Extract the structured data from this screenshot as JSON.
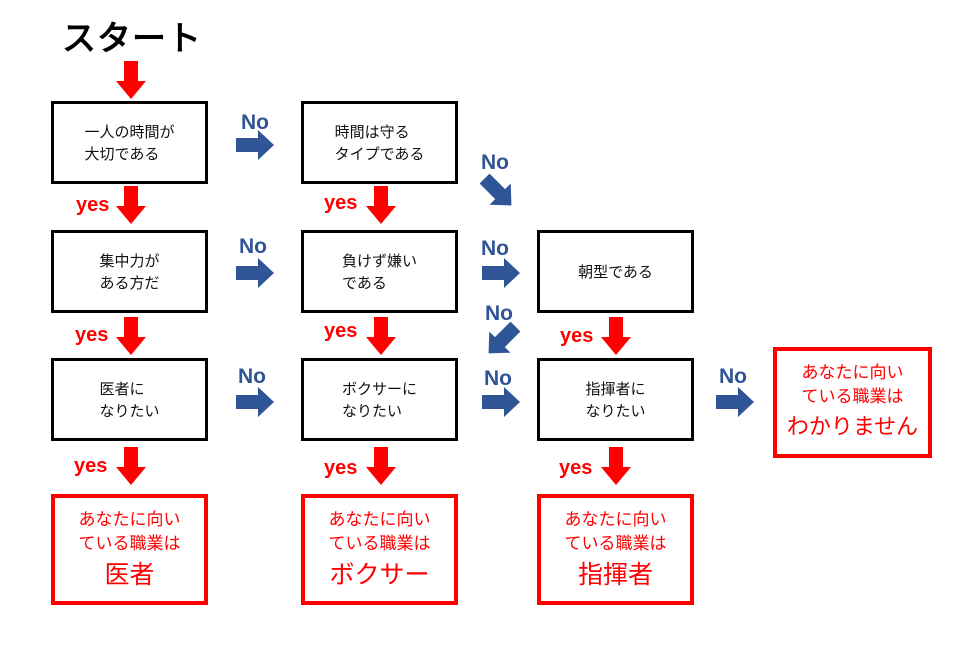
{
  "title": "スタート",
  "questions": {
    "q1": "一人の時間が\n大切である",
    "q2": "時間は守る\nタイプである",
    "q3": "集中力が\nある方だ",
    "q4": "負けず嫌い\nである",
    "q5": "朝型である",
    "q6": "医者に\nなりたい",
    "q7": "ボクサーに\nなりたい",
    "q8": "指揮者に\nなりたい"
  },
  "results": {
    "r1": {
      "line1": "あなたに向い",
      "line2": "ている職業は",
      "job": "医者"
    },
    "r2": {
      "line1": "あなたに向い",
      "line2": "ている職業は",
      "job": "ボクサー"
    },
    "r3": {
      "line1": "あなたに向い",
      "line2": "ている職業は",
      "job": "指揮者"
    },
    "r4": {
      "line1": "あなたに向い",
      "line2": "ている職業は",
      "job": "わかりません"
    }
  },
  "labels": {
    "yes": "yes",
    "no": "No"
  },
  "colors": {
    "yes_arrow": "#ff0000",
    "no_arrow": "#2f5597",
    "result_border": "#ff0000"
  }
}
